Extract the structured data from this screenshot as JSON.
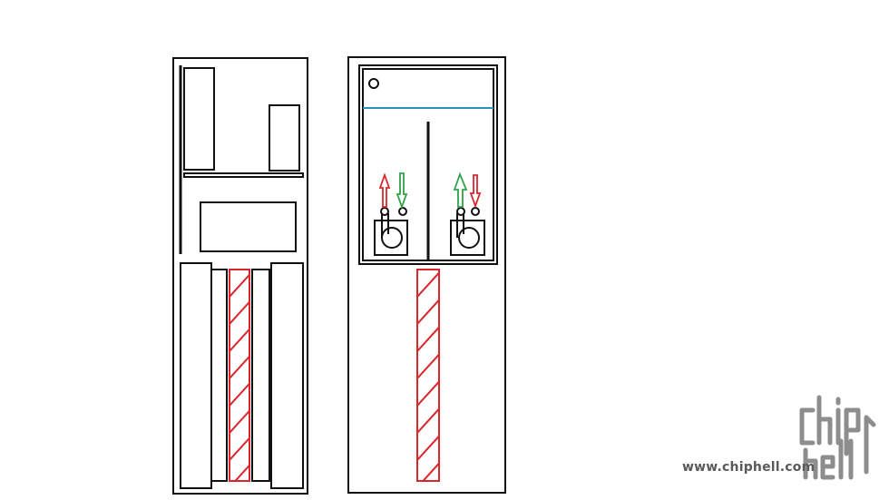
{
  "colors": {
    "outline": "#111111",
    "hatch": "#d9262c",
    "water_line": "#2a8fbf",
    "arrow_red": "#d9262c",
    "arrow_green": "#2ea34a",
    "watermark": "#6b6b6b"
  },
  "watermark": {
    "url": "www.chiphell.com",
    "logo_text": "chip hell",
    "logo_icon": "chiphell-logo"
  },
  "left_panel": {
    "components": [
      "tall-board",
      "small-board",
      "shelf",
      "middle-box",
      "left-column",
      "left-strip",
      "hatched-tube",
      "right-strip",
      "right-column"
    ]
  },
  "right_panel": {
    "components": [
      "inner-tank",
      "indicator-circle",
      "water-level-line",
      "divider",
      "pump-left",
      "pump-right",
      "hatched-tube"
    ],
    "arrows": [
      {
        "name": "arrow-up-red-left",
        "direction": "up",
        "color": "red"
      },
      {
        "name": "arrow-down-green-left",
        "direction": "down",
        "color": "green"
      },
      {
        "name": "arrow-up-green-right",
        "direction": "up",
        "color": "green"
      },
      {
        "name": "arrow-down-red-right",
        "direction": "down",
        "color": "red"
      }
    ]
  }
}
